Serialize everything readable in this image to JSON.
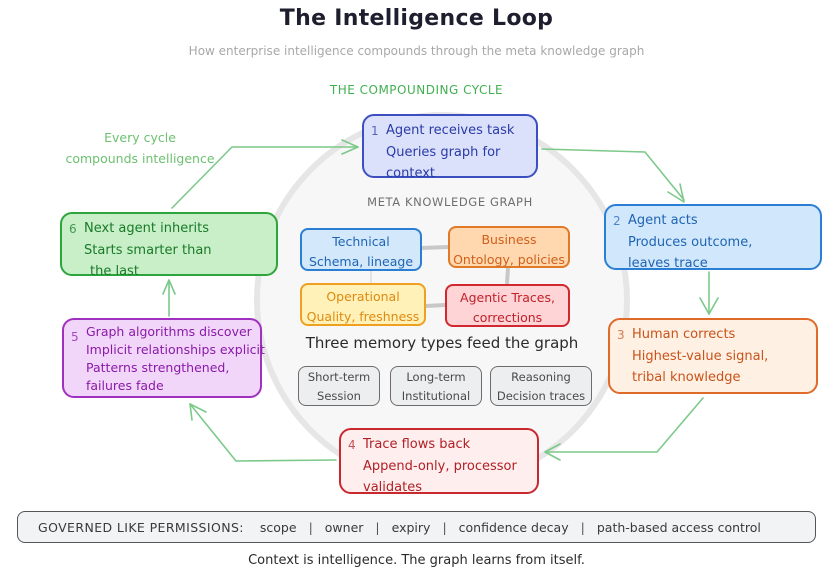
{
  "header": {
    "title": "The Intelligence Loop",
    "subtitle": "How enterprise intelligence compounds through the meta knowledge graph",
    "section_label": "THE COMPOUNDING CYCLE"
  },
  "annotation": {
    "line1": "Every cycle",
    "line2": "compounds intelligence"
  },
  "colors": {
    "arrow": "#7cc98a",
    "step1": "#3d4fc0",
    "step2": "#2a7fd4",
    "step3": "#e06a28",
    "step4": "#c8282e",
    "step5": "#a030c0",
    "step6": "#2ea43c",
    "graph_circle": "#e8e8e8"
  },
  "cycle": {
    "steps": [
      {
        "num": "1",
        "lines": [
          "Agent receives task",
          "Queries graph for",
          "context"
        ]
      },
      {
        "num": "2",
        "lines": [
          "Agent acts",
          "Produces outcome,",
          "leaves trace"
        ]
      },
      {
        "num": "3",
        "lines": [
          "Human corrects",
          "Highest-value signal,",
          "tribal knowledge"
        ]
      },
      {
        "num": "4",
        "lines": [
          "Trace flows back",
          "Append-only, processor",
          "validates"
        ]
      },
      {
        "num": "5",
        "lines": [
          "Graph algorithms discover",
          "Implicit relationships explicit",
          "Patterns strengthened,",
          "failures fade"
        ]
      },
      {
        "num": "6",
        "lines": [
          "Next agent inherits",
          "Starts smarter than",
          "the last"
        ]
      }
    ]
  },
  "graph": {
    "label": "META KNOWLEDGE GRAPH",
    "nodes": [
      {
        "title": "Technical",
        "detail": "Schema, lineage"
      },
      {
        "title": "Business",
        "detail": "Ontology, policies"
      },
      {
        "title": "Operational",
        "detail": "Quality, freshness"
      },
      {
        "title": "Agentic Traces,",
        "detail": "corrections"
      }
    ],
    "memory_title": "Three memory types feed the graph",
    "memory_types": [
      {
        "title": "Short-term",
        "detail": "Session"
      },
      {
        "title": "Long-term",
        "detail": "Institutional"
      },
      {
        "title": "Reasoning",
        "detail": "Decision traces"
      }
    ]
  },
  "governance": {
    "label": "GOVERNED LIKE PERMISSIONS:",
    "items": [
      "scope",
      "owner",
      "expiry",
      "confidence decay",
      "path-based access control"
    ],
    "separator": "|"
  },
  "footer": {
    "tagline": "Context is intelligence. The graph learns from itself."
  }
}
